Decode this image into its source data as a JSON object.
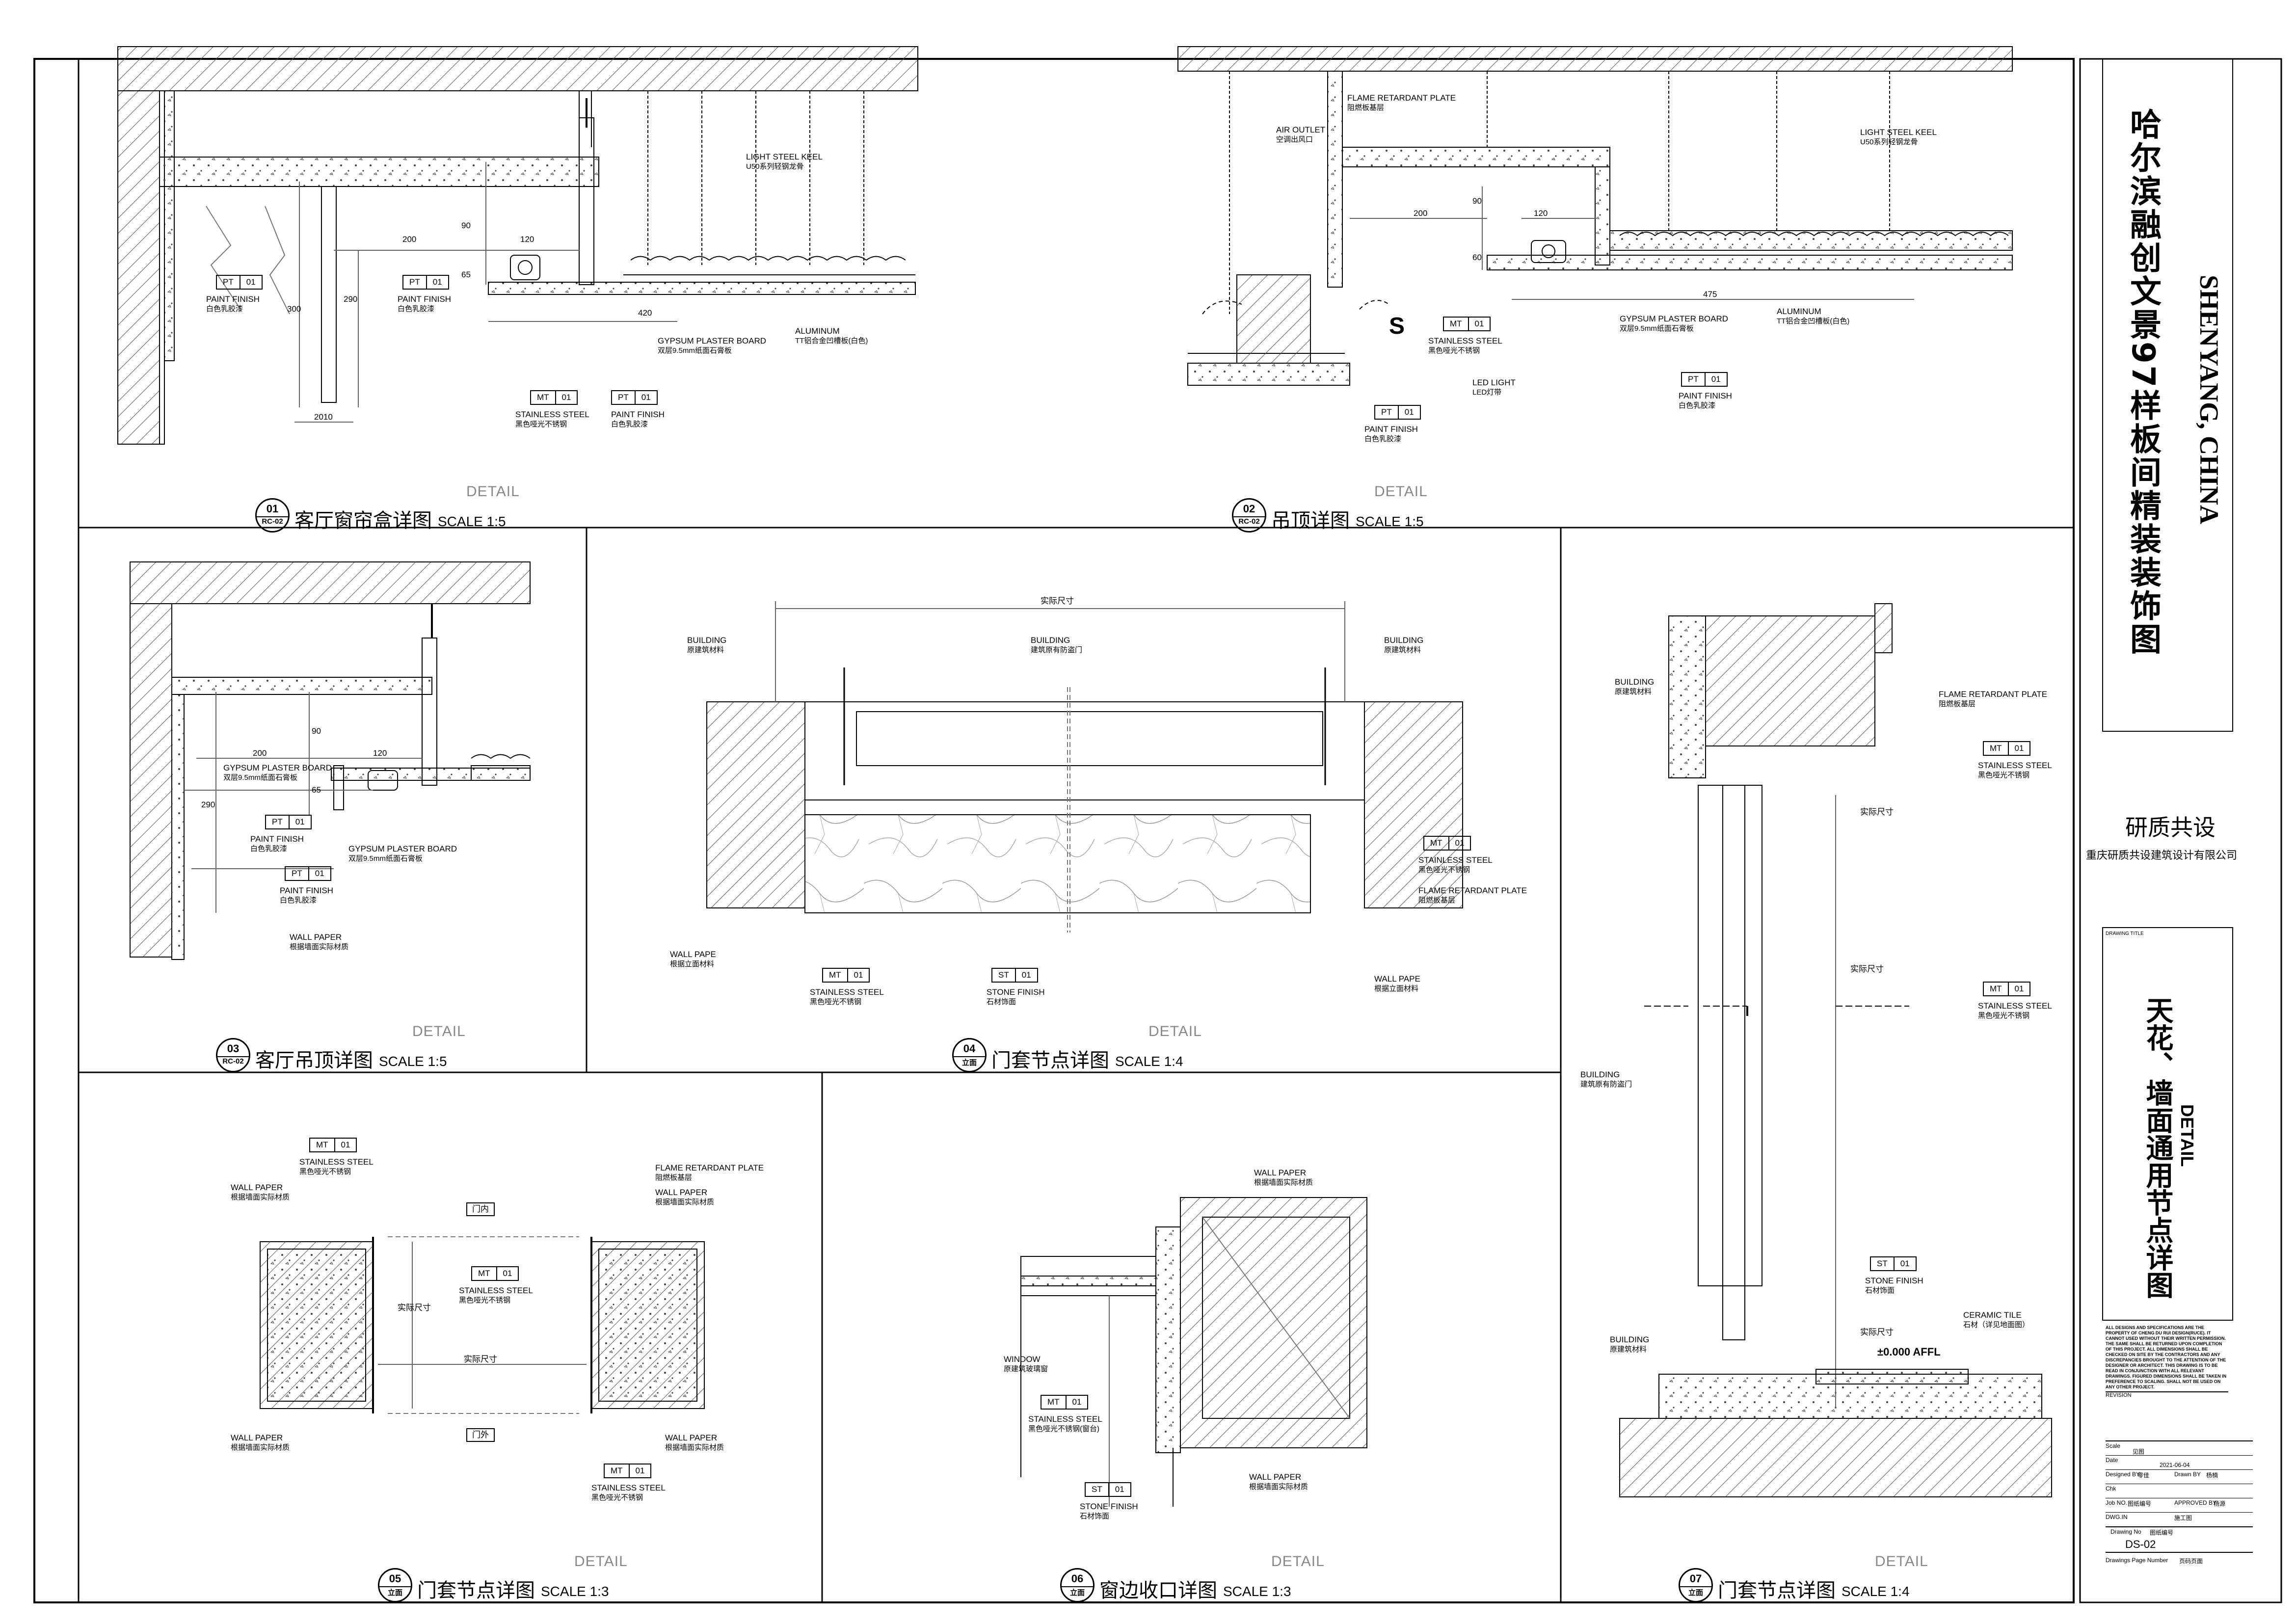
{
  "titles": {
    "d01": {
      "num": "01",
      "sub": "RC-02",
      "name": "客厅窗帘盒详图",
      "scale": "SCALE 1:5",
      "tag": "DETAIL"
    },
    "d02": {
      "num": "02",
      "sub": "RC-02",
      "name": "吊顶详图",
      "scale": "SCALE 1:5",
      "tag": "DETAIL"
    },
    "d03": {
      "num": "03",
      "sub": "RC-02",
      "name": "客厅吊顶详图",
      "scale": "SCALE 1:5",
      "tag": "DETAIL"
    },
    "d04": {
      "num": "04",
      "sub": "立面",
      "name": "门套节点详图",
      "scale": "SCALE 1:4",
      "tag": "DETAIL"
    },
    "d05": {
      "num": "05",
      "sub": "立面",
      "name": "门套节点详图",
      "scale": "SCALE 1:3",
      "tag": "DETAIL"
    },
    "d06": {
      "num": "06",
      "sub": "立面",
      "name": "窗边收口详图",
      "scale": "SCALE 1:3",
      "tag": "DETAIL"
    },
    "d07": {
      "num": "07",
      "sub": "立面",
      "name": "门套节点详图",
      "scale": "SCALE 1:4",
      "tag": "DETAIL"
    }
  },
  "materials": {
    "paint_en": "PAINT FINISH",
    "paint_cn": "白色乳胶漆",
    "ss_en": "STAINLESS STEEL",
    "ss_cn": "黑色哑光不锈钢",
    "ss_window_cn": "黑色哑光不锈钢(窗台)",
    "gyp_en": "GYPSUM PLASTER BOARD",
    "gyp_cn": "双层9.5mm纸面石膏板",
    "keel_en": "LIGHT STEEL KEEL",
    "keel_cn": "U50系列轻钢龙骨",
    "alu_en": "ALUMINUM",
    "alu_cn": "TT铝合金凹槽板(白色)",
    "fr_en": "FLAME RETARDANT PLATE",
    "fr_cn": "阻燃板基层",
    "air_en": "AIR OUTLET",
    "air_cn": "空调出风口",
    "led_en": "LED LIGHT",
    "led_cn": "LED灯带",
    "bld_en": "BUILDING",
    "bld_cn": "原建筑材料",
    "door_en": "BUILDING",
    "door_cn": "建筑原有防盗门",
    "wp_en": "WALL PAPER",
    "wp_cn": "根据墙面实际材质",
    "wp4_en": "WALL PAPE",
    "wp4_cn": "根据立面材料",
    "stone_en": "STONE FINISH",
    "stone_cn": "石材饰面",
    "window_en": "WINDOW",
    "window_cn": "原建筑玻璃窗",
    "tile_en": "CERAMIC TILE",
    "tile_cn": "石材（详见地面图）"
  },
  "codes": {
    "pt": "PT",
    "mt": "MT",
    "st": "ST",
    "n01": "01"
  },
  "dims": {
    "d200": "200",
    "d90": "90",
    "d120": "120",
    "d65": "65",
    "d420": "420",
    "d300": "300",
    "d290": "290",
    "d60": "60",
    "d475": "475",
    "d2010": "2010",
    "actual": "实际尺寸",
    "floor": "±0.000 AFFL"
  },
  "door_labels": {
    "inside": "门内",
    "outside": "门外"
  },
  "titleblock": {
    "project": "哈尔滨融创文景97样板间精装装饰图",
    "location": "SHENYANG, CHINA",
    "firm": "研质共设",
    "firm_full": "重庆研质共设建筑设计有限公司",
    "drawing_title_label": "DRAWING TITLE",
    "drawing_title": "天花、墙面通用节点详图",
    "drawing_title_en": "DETAIL",
    "notes": "ALL DESIGNS AND SPECIFICATIONS ARE THE PROPERTY OF CHENG DU RUI DESIGN(RUCE). IT CANNOT USED WITHOUT THEIR WRITTEN PERMISSION. THE SAME SHALL BE RETURNED UPON COMPLETION OF THIS PROJECT. ALL DIMENSIONS SHALL BE CHECKED ON SITE BY THE CONTRACTORS AND ANY DISCREPANCIES BROUGHT TO THE ATTENTION OF THE DESIGNER OR ARCHITECT. THIS DRAWING IS TO BE READ IN CONJUNCTION WITH ALL RELEVANT DRAWINGS. FIGURED DIMENSIONS SHALL BE TAKEN IN PREFERENCE TO SCALING. SHALL NOT BE USED ON ANY OTHER PROJECT.",
    "revision": "REVISION",
    "scale_label": "Scale",
    "scale_value": "见图",
    "date_label": "Date",
    "date_value": "2021-06-04",
    "designed_label": "Designed BY",
    "designed_value": "零佳",
    "drawn_label": "Drawn BY",
    "drawn_value": "杨楠",
    "chk_label": "Chk",
    "job_label": "Job NO.",
    "job_value": "图纸编号",
    "approved_label": "APPROVED BY",
    "approved_value": "杨源",
    "dwg_label": "DWG.IN",
    "dwg_value": "施工图",
    "drawing_no_label": "Drawing No",
    "drawing_no_value": "图纸编号",
    "drawing_no": "DS-02",
    "page_label": "Drawings Page Number",
    "page_value": "页码页面"
  },
  "colors": {
    "line": "#000000",
    "hatch": "#555555",
    "dim": "#666666",
    "dash": "#888888"
  }
}
